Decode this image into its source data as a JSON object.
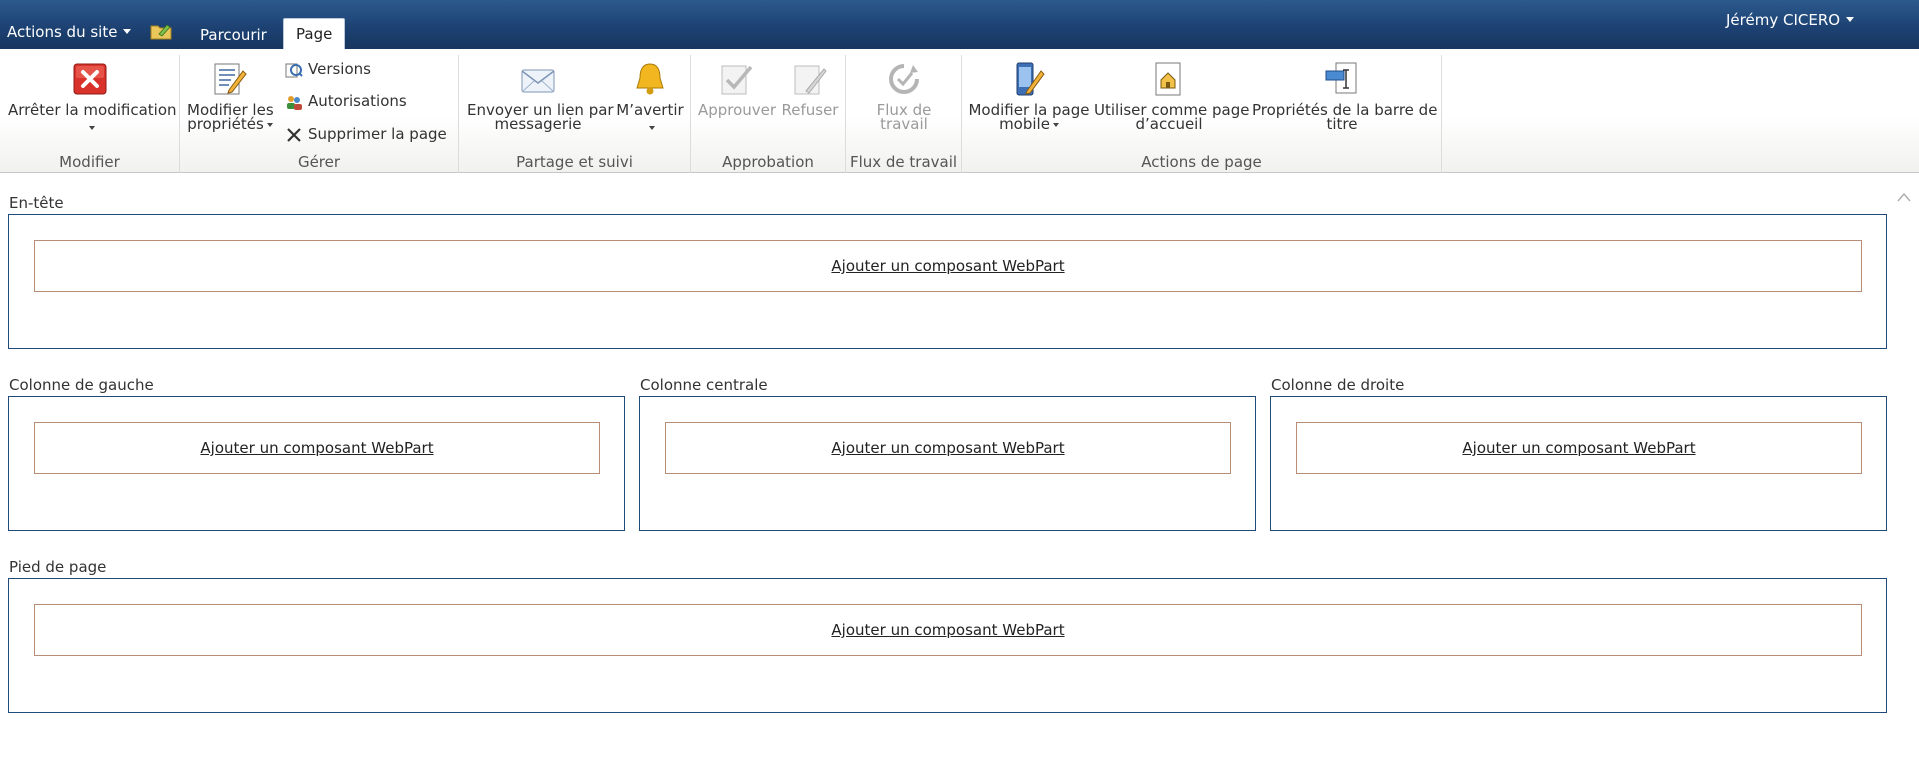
{
  "topbar": {
    "site_actions": "Actions du site",
    "tabs": [
      "Parcourir",
      "Page"
    ],
    "user": "Jérémy CICERO"
  },
  "ribbon": {
    "groups": {
      "modifier": "Modifier",
      "gerer": "Gérer",
      "partage": "Partage et suivi",
      "approbation": "Approbation",
      "flux": "Flux de travail",
      "actions": "Actions de page"
    },
    "buttons": {
      "stop_edit": "Arrêter la modification",
      "edit_props_1": "Modifier les",
      "edit_props_2": "propriétés",
      "versions": "Versions",
      "permissions": "Autorisations",
      "delete_page": "Supprimer la page",
      "email_link_1": "Envoyer un lien par",
      "email_link_2": "messagerie",
      "alert_me": "M’avertir",
      "approve": "Approuver",
      "reject": "Refuser",
      "workflow_1": "Flux de",
      "workflow_2": "travail",
      "mobile_1": "Modifier la page",
      "mobile_2": "mobile",
      "homepage_1": "Utiliser comme page",
      "homepage_2": "d’accueil",
      "title_props_1": "Propriétés de la barre de",
      "title_props_2": "titre"
    }
  },
  "zones": {
    "header": "En-tête",
    "left": "Colonne de gauche",
    "center": "Colonne centrale",
    "right": "Colonne de droite",
    "footer": "Pied de page",
    "add_webpart": "Ajouter un composant WebPart"
  },
  "colors": {
    "topbar": "#1d4273",
    "zone_border": "#1f4a7a",
    "webpart_border": "#b98e76",
    "delete_red": "#d9322a"
  }
}
